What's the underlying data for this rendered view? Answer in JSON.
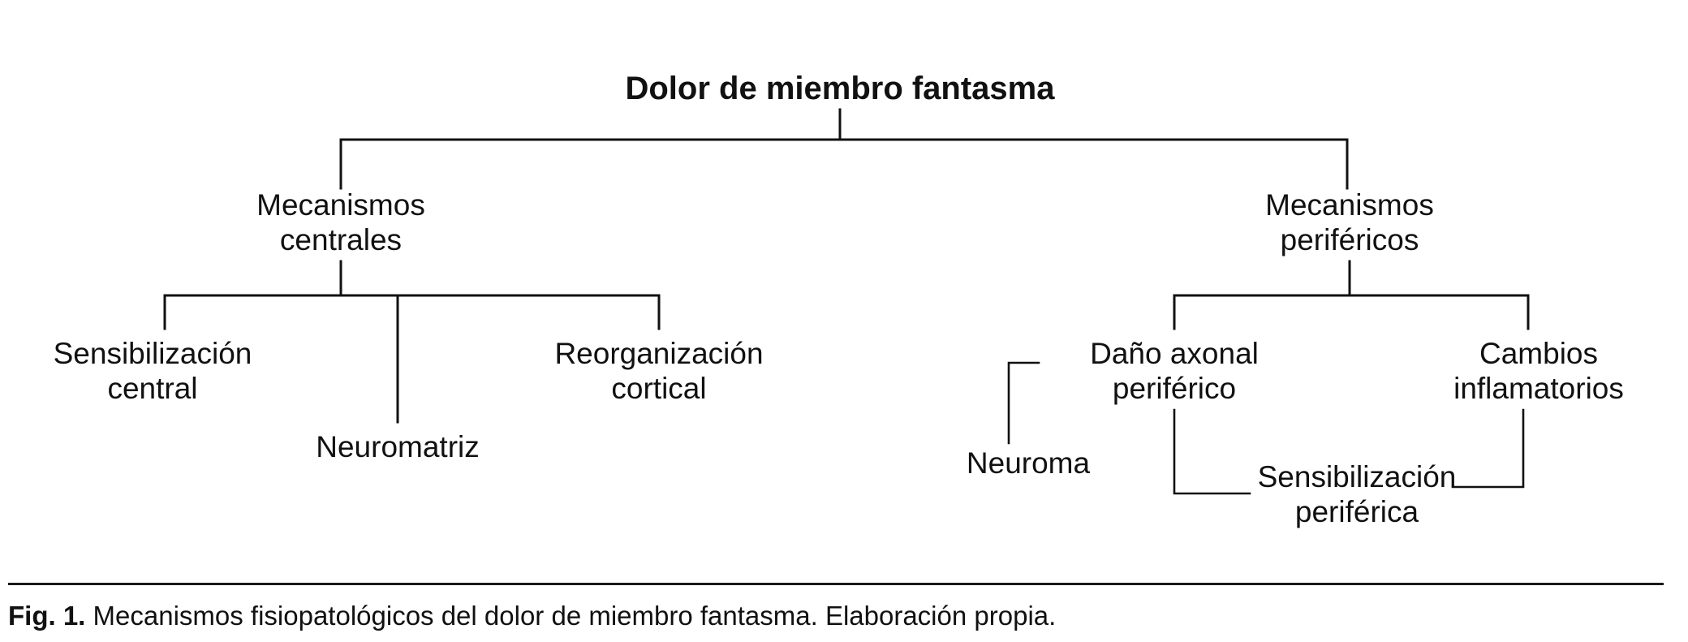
{
  "figure": {
    "caption_number": "Fig. 1.",
    "caption_text": "Mecanismos fisiopatológicos del dolor de miembro fantasma. Elaboración propia."
  },
  "diagram": {
    "type": "tree",
    "title": "Dolor de miembro fantasma",
    "line_color": "#111111",
    "background": "#ffffff",
    "nodes": {
      "root": {
        "label": "Dolor de miembro fantasma",
        "line1": "Dolor de miembro fantasma",
        "line2": ""
      },
      "central": {
        "label": "Mecanismos centrales",
        "line1": "Mecanismos",
        "line2": "centrales"
      },
      "peripheral": {
        "label": "Mecanismos periféricos",
        "line1": "Mecanismos",
        "line2": "periféricos"
      },
      "sens_central": {
        "label": "Sensibilización central",
        "line1": "Sensibilización",
        "line2": "central"
      },
      "neuromatriz": {
        "label": "Neuromatriz",
        "line1": "Neuromatriz",
        "line2": ""
      },
      "reorg_cortical": {
        "label": "Reorganización cortical",
        "line1": "Reorganización",
        "line2": "cortical"
      },
      "dano_axonal": {
        "label": "Daño axonal periférico",
        "line1": "Daño axonal",
        "line2": "periférico"
      },
      "neuroma": {
        "label": "Neuroma",
        "line1": "Neuroma",
        "line2": ""
      },
      "sens_periferica": {
        "label": "Sensibilización periférica",
        "line1": "Sensibilización",
        "line2": "periférica"
      },
      "cambios_infl": {
        "label": "Cambios inflamatorios",
        "line1": "Cambios",
        "line2": "inflamatorios"
      }
    },
    "edges": [
      {
        "from": "root",
        "to": "central"
      },
      {
        "from": "root",
        "to": "peripheral"
      },
      {
        "from": "central",
        "to": "sens_central"
      },
      {
        "from": "central",
        "to": "neuromatriz"
      },
      {
        "from": "central",
        "to": "reorg_cortical"
      },
      {
        "from": "peripheral",
        "to": "dano_axonal"
      },
      {
        "from": "peripheral",
        "to": "cambios_infl"
      },
      {
        "from": "dano_axonal",
        "to": "neuroma"
      },
      {
        "from": "dano_axonal",
        "to": "sens_periferica"
      },
      {
        "from": "cambios_infl",
        "to": "sens_periferica"
      }
    ]
  }
}
